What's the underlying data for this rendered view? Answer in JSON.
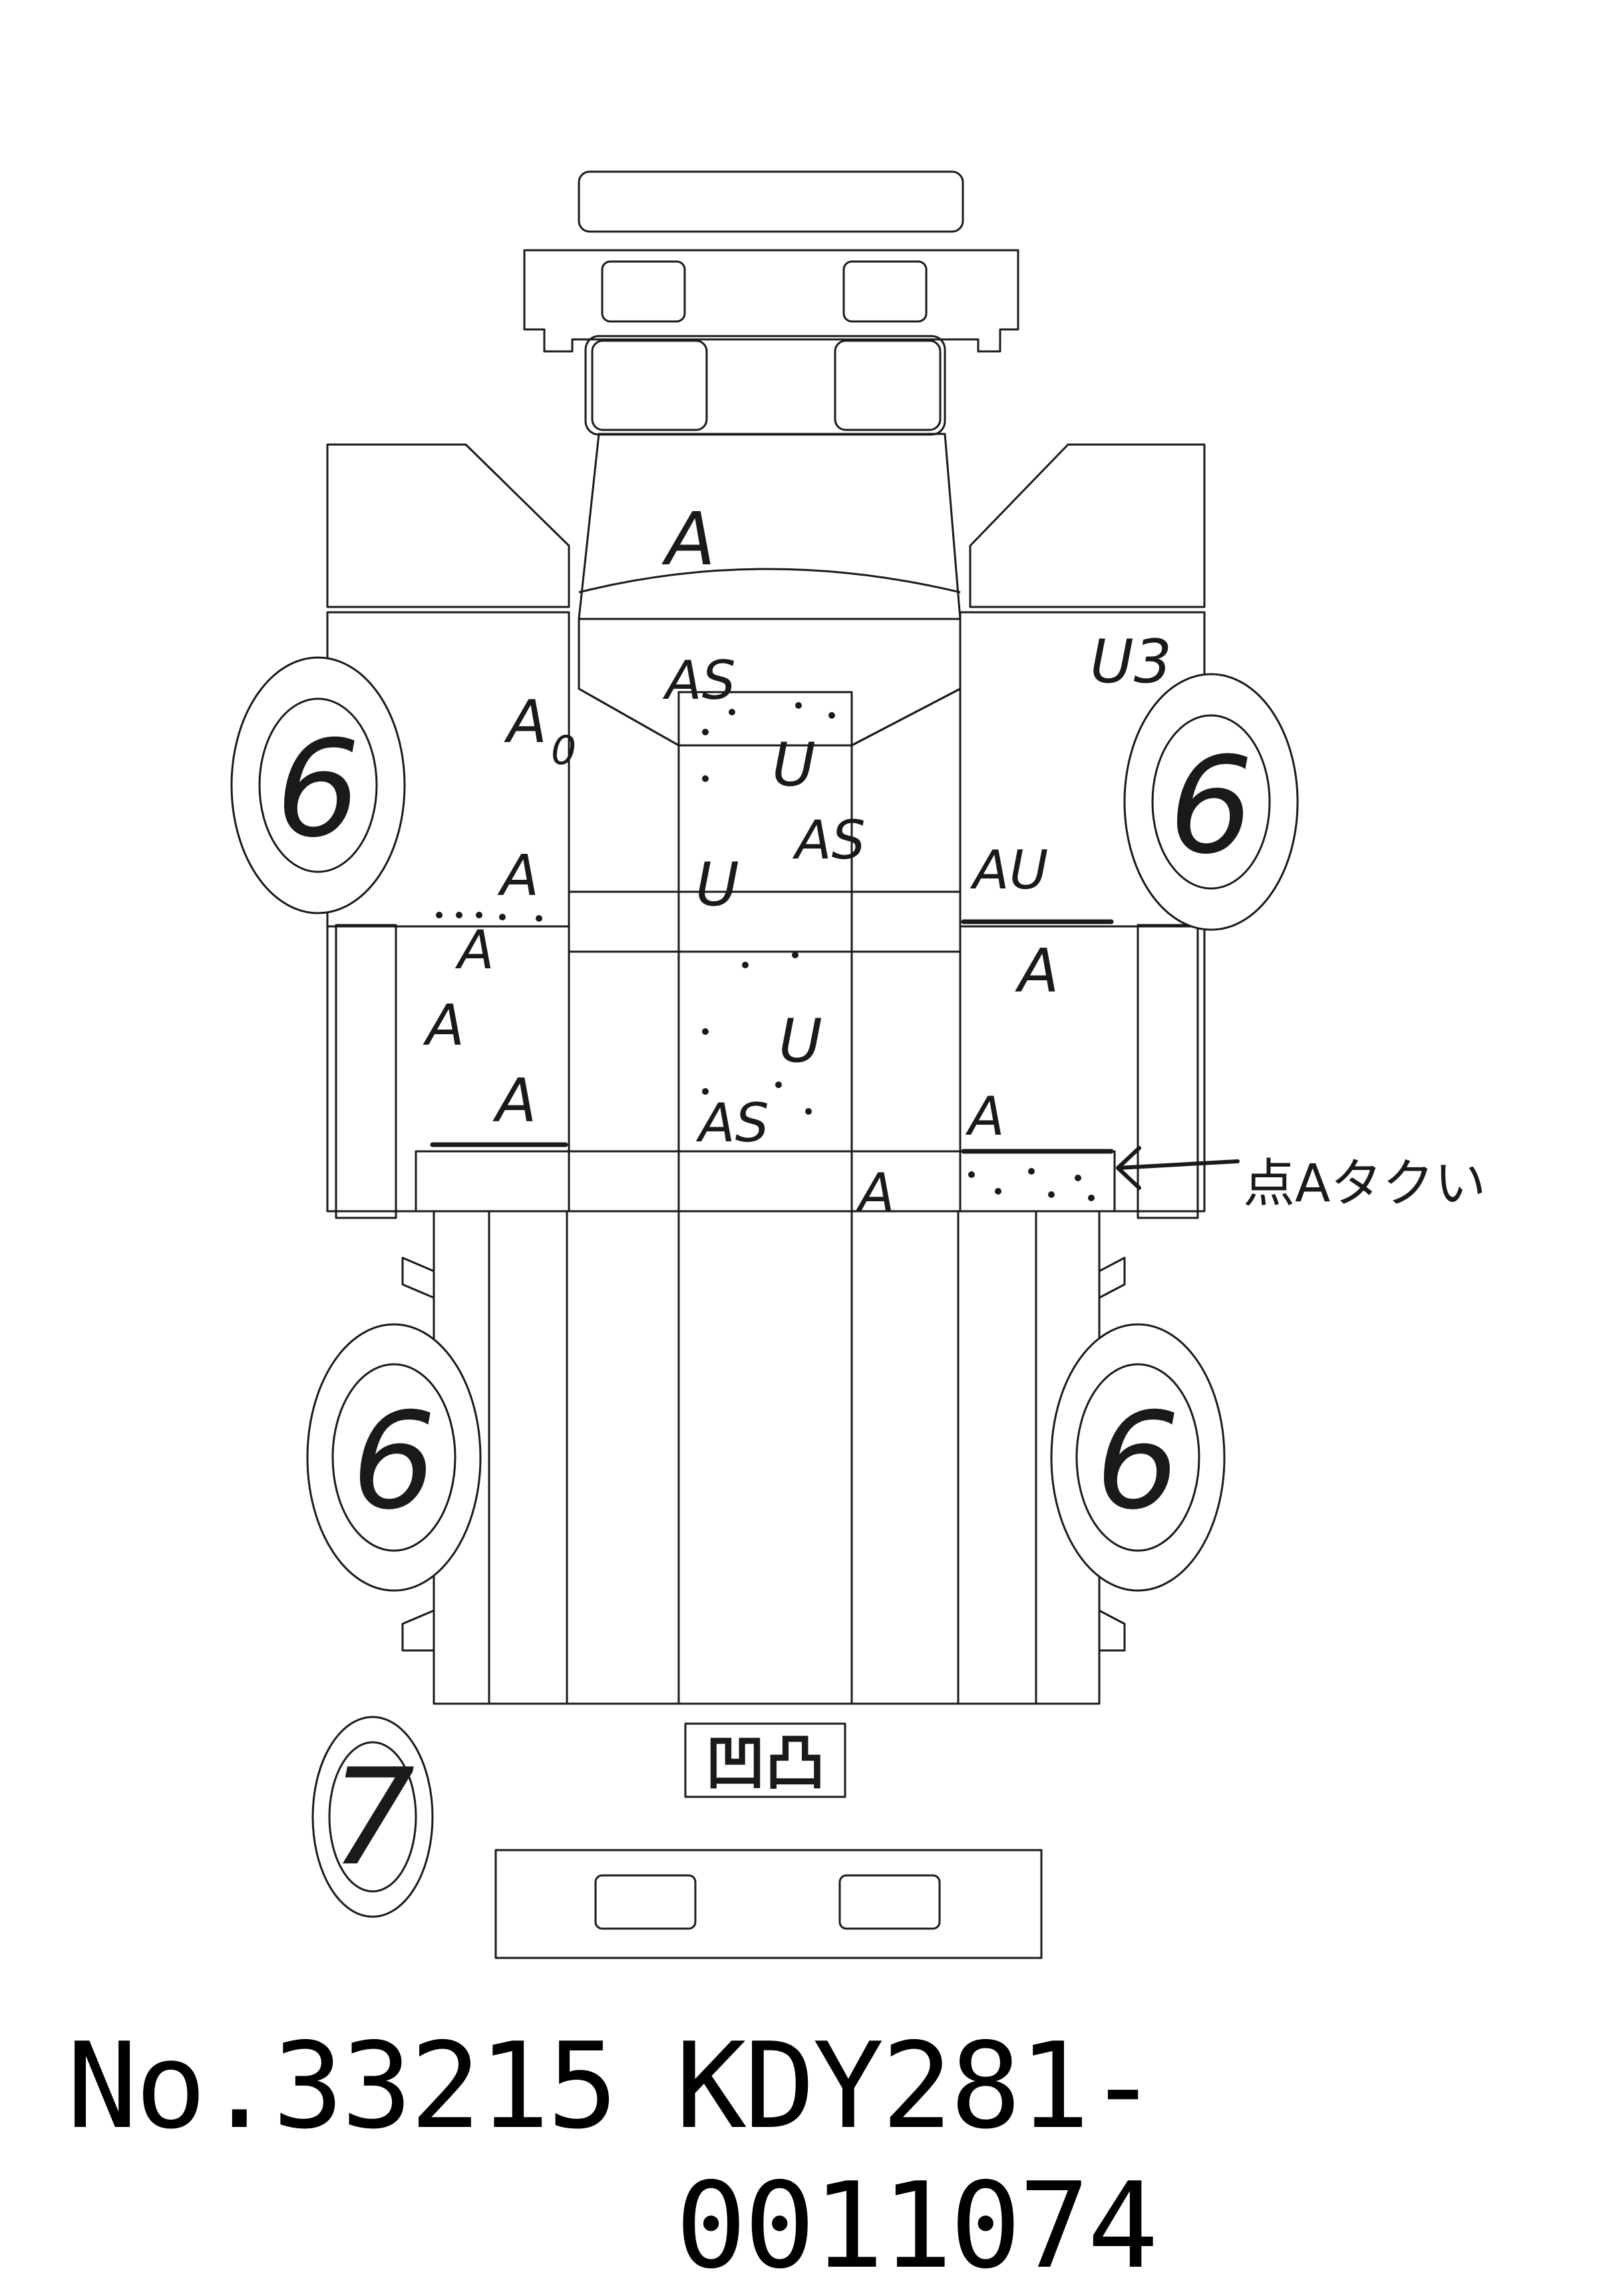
{
  "sheet": {
    "lot_number": "No.33215",
    "chassis_number": "KDY281-0011074",
    "ink_color": "#1a1a1a",
    "background_color": "#ffffff"
  },
  "tires": {
    "front_left": "6",
    "front_right": "6",
    "rear_left": "6",
    "rear_right": "6",
    "spare": "7"
  },
  "annotations": {
    "hood": "A",
    "cowl_center": "AS",
    "left_fender": "A",
    "left_fender_mark": "0",
    "right_fender": "U3",
    "floor_u1": "U",
    "floor_as1": "AS",
    "floor_u2": "U",
    "floor_u3": "U",
    "floor_as2": "AS",
    "left_door_top": "A",
    "left_door_a1": "A",
    "left_door_a2": "A",
    "left_door_bottom": "A",
    "right_door_top": "AU",
    "right_door_mid": "A",
    "right_door_bottom": "A",
    "rocker_right": "A",
    "side_note": "点Aタクい"
  },
  "stamp": {
    "label": "凹凸"
  }
}
